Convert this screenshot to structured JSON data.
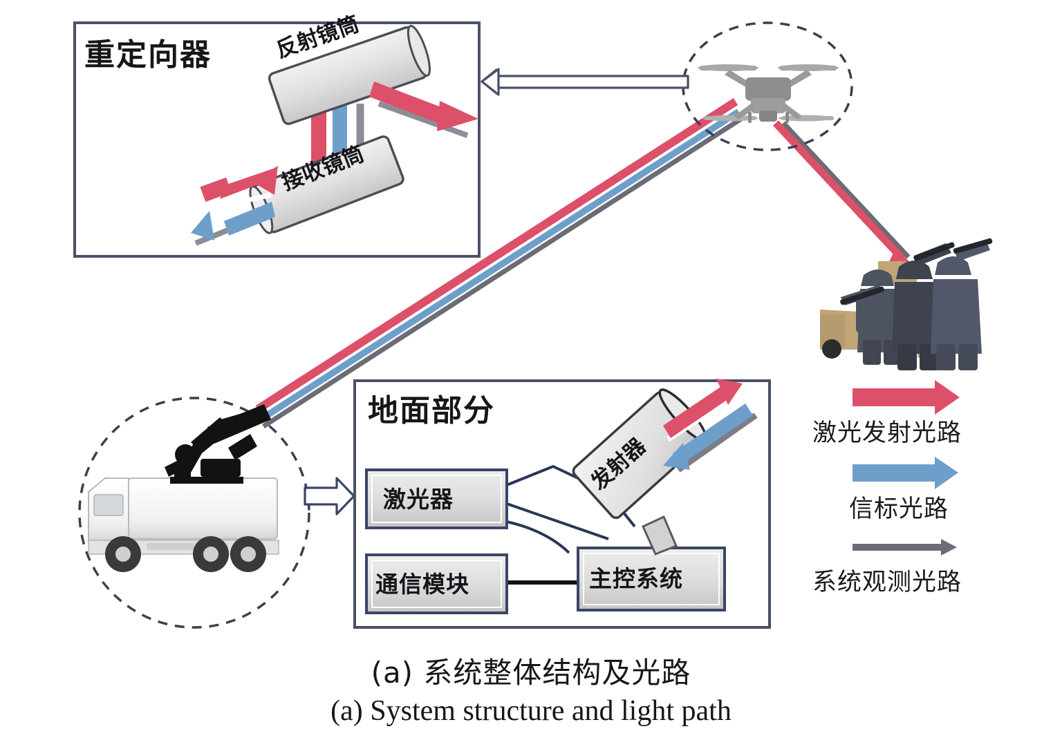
{
  "figure": {
    "caption_cn": "(a) 系统整体结构及光路",
    "caption_en": "(a) System structure and light path"
  },
  "colors": {
    "laser_red": "#dd5069",
    "beacon_blue": "#6d9fca",
    "observe_gray": "#6c6c76",
    "panel_border": "#4a5068",
    "box_border": "#3b4468",
    "box_fill": "#d9d9d9",
    "tube_fill": "#dcdcdc",
    "background": "#ffffff",
    "text": "#171717"
  },
  "redirector_panel": {
    "title": "重定向器",
    "tubes": [
      {
        "id": "reflect-tube",
        "label": "反射镜筒"
      },
      {
        "id": "receive-tube",
        "label": "接收镜筒"
      }
    ]
  },
  "ground_panel": {
    "title": "地面部分",
    "boxes": [
      {
        "id": "laser",
        "label": "激光器"
      },
      {
        "id": "comm-module",
        "label": "通信模块"
      },
      {
        "id": "main-control",
        "label": "主控系统"
      }
    ],
    "emitter": {
      "id": "emitter",
      "label": "发射器"
    }
  },
  "legend": {
    "items": [
      {
        "id": "laser-emission-path",
        "label": "激光发射光路",
        "color": "#dd5069",
        "style": "thick-arrow"
      },
      {
        "id": "beacon-path",
        "label": "信标光路",
        "color": "#6d9fca",
        "style": "thick-arrow"
      },
      {
        "id": "system-observation-path",
        "label": "系统观测光路",
        "color": "#6c6c76",
        "style": "thin-arrow"
      }
    ]
  },
  "scene_objects": [
    {
      "id": "drone",
      "name": "quadcopter-drone",
      "highlight": "dashed-ellipse"
    },
    {
      "id": "target-group",
      "name": "soldiers-and-vehicle",
      "highlight": "none"
    },
    {
      "id": "ground-vehicle",
      "name": "truck-with-emitter",
      "highlight": "dashed-circle"
    }
  ],
  "connector_arrows": [
    {
      "id": "drone-to-redirector",
      "name": "hollow-arrow-left",
      "direction": "left"
    },
    {
      "id": "truck-to-ground-box",
      "name": "hollow-arrow-right",
      "direction": "right"
    }
  ]
}
